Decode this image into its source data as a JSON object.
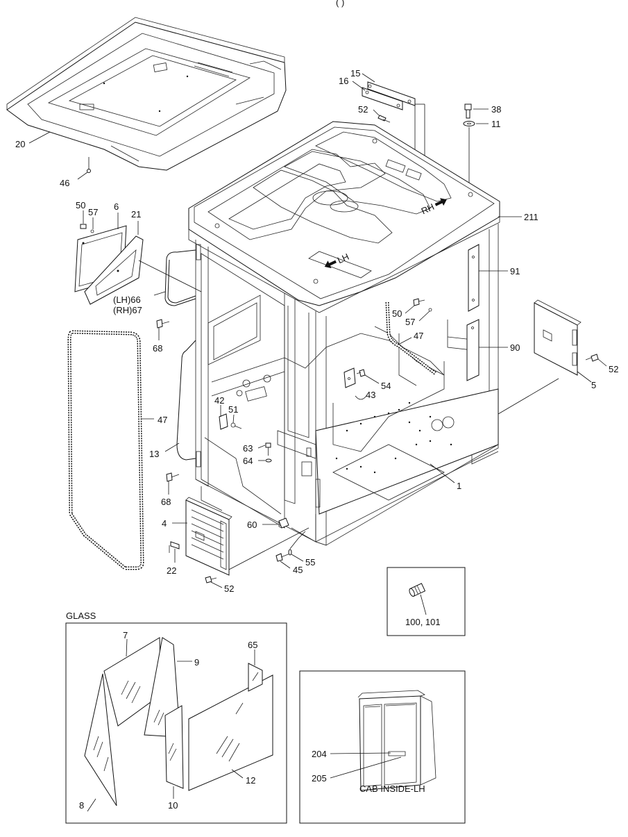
{
  "header": {
    "partial_title": "(     )"
  },
  "callouts": [
    {
      "id": "c15",
      "text": "15"
    },
    {
      "id": "c16",
      "text": "16"
    },
    {
      "id": "c52a",
      "text": "52"
    },
    {
      "id": "c38",
      "text": "38"
    },
    {
      "id": "c11",
      "text": "11"
    },
    {
      "id": "c20",
      "text": "20"
    },
    {
      "id": "c46",
      "text": "46"
    },
    {
      "id": "c50a",
      "text": "50"
    },
    {
      "id": "c57a",
      "text": "57"
    },
    {
      "id": "c6",
      "text": "6"
    },
    {
      "id": "c21",
      "text": "21"
    },
    {
      "id": "c211",
      "text": "211"
    },
    {
      "id": "c66",
      "text": "(LH)66"
    },
    {
      "id": "c67",
      "text": "(RH)67"
    },
    {
      "id": "c91",
      "text": "91"
    },
    {
      "id": "c50b",
      "text": "50"
    },
    {
      "id": "c57b",
      "text": "57"
    },
    {
      "id": "c68a",
      "text": "68"
    },
    {
      "id": "c47a",
      "text": "47"
    },
    {
      "id": "c90",
      "text": "90"
    },
    {
      "id": "c52b",
      "text": "52"
    },
    {
      "id": "c5",
      "text": "5"
    },
    {
      "id": "c54",
      "text": "54"
    },
    {
      "id": "c43",
      "text": "43"
    },
    {
      "id": "c42",
      "text": "42"
    },
    {
      "id": "c51",
      "text": "51"
    },
    {
      "id": "c47b",
      "text": "47"
    },
    {
      "id": "c63",
      "text": "63"
    },
    {
      "id": "c64",
      "text": "64"
    },
    {
      "id": "c13",
      "text": "13"
    },
    {
      "id": "c1",
      "text": "1"
    },
    {
      "id": "c68b",
      "text": "68"
    },
    {
      "id": "c4",
      "text": "4"
    },
    {
      "id": "c60",
      "text": "60"
    },
    {
      "id": "c55",
      "text": "55"
    },
    {
      "id": "c45",
      "text": "45"
    },
    {
      "id": "c22",
      "text": "22"
    },
    {
      "id": "c52c",
      "text": "52"
    },
    {
      "id": "c100",
      "text": "100, 101"
    },
    {
      "id": "c7",
      "text": "7"
    },
    {
      "id": "c9",
      "text": "9"
    },
    {
      "id": "c65",
      "text": "65"
    },
    {
      "id": "c12",
      "text": "12"
    },
    {
      "id": "c8",
      "text": "8"
    },
    {
      "id": "c10",
      "text": "10"
    },
    {
      "id": "c204",
      "text": "204"
    },
    {
      "id": "c205",
      "text": "205"
    }
  ],
  "roof_labels": {
    "lh": "LH",
    "rh": "RH"
  },
  "glass_box": {
    "title": "GLASS"
  },
  "inside_box": {
    "caption": "CAB INSIDE-LH"
  }
}
